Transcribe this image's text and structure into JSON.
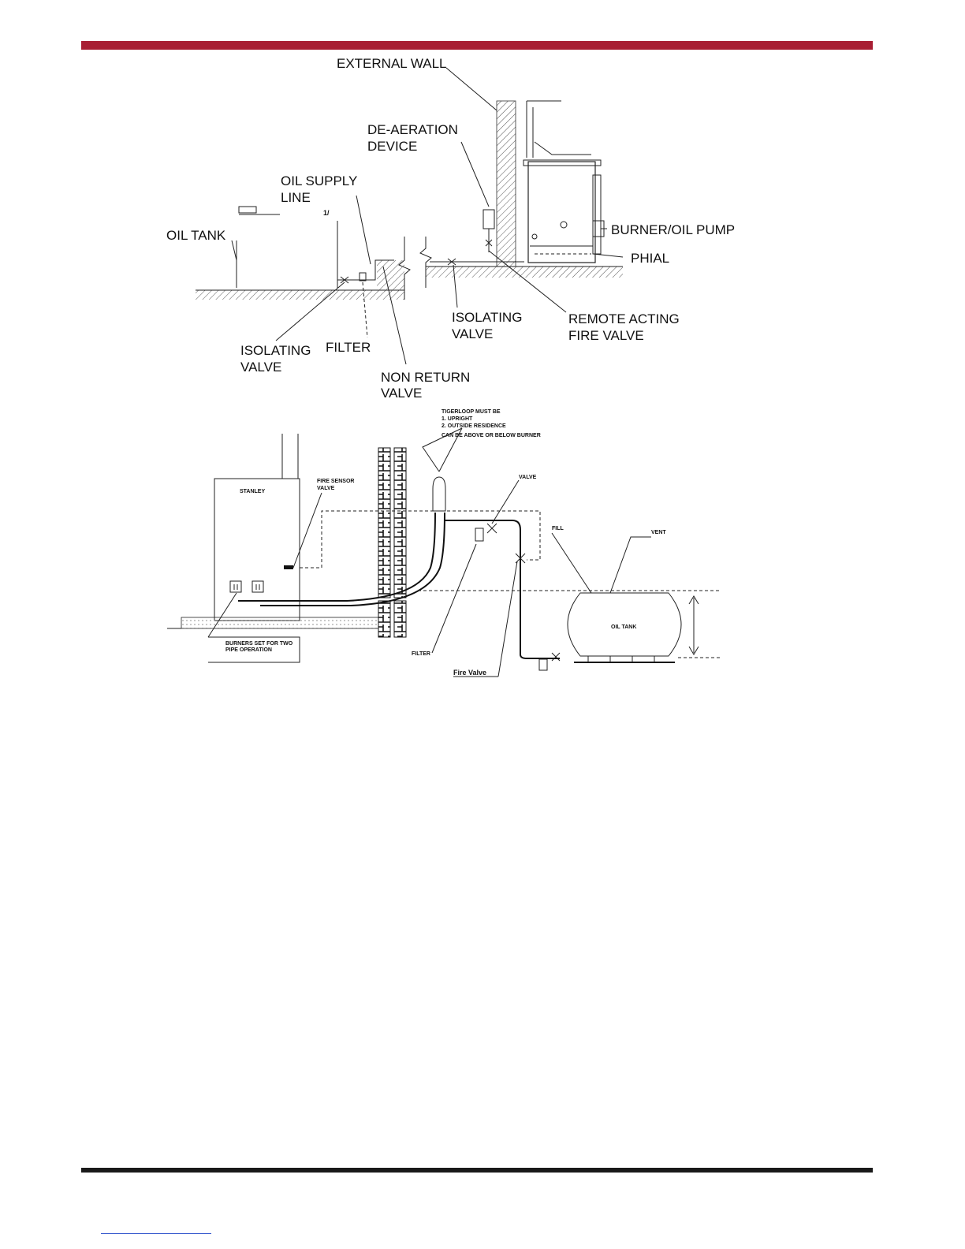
{
  "colors": {
    "header_rule": "#a81e33",
    "footer_rule": "#1a1a1a",
    "footer_link": "#3355cc"
  },
  "diagram1": {
    "external_wall": "EXTERNAL WALL",
    "de_aeration_1": "DE-AERATION",
    "de_aeration_2": "DEVICE",
    "oil_supply_1": "OIL SUPPLY",
    "oil_supply_2": "LINE",
    "oil_tank": "OIL TANK",
    "burner_pump": "BURNER/OIL PUMP",
    "phial": "PHIAL",
    "isolating_valve_r1": "ISOLATING",
    "isolating_valve_r2": "VALVE",
    "remote_fire_1": "REMOTE ACTING",
    "remote_fire_2": "FIRE VALVE",
    "isolating_valve_l1": "ISOLATING",
    "isolating_valve_l2": "VALVE",
    "filter": "FILTER",
    "non_return_1": "NON RETURN",
    "non_return_2": "VALVE"
  },
  "diagram2": {
    "tigerloop_1": "TIGERLOOP MUST BE",
    "tigerloop_2": "1. UPRIGHT",
    "tigerloop_3": "2. OUTSIDE RESIDENCE",
    "tigerloop_4": "CAN BE ABOVE OR BELOW BURNER",
    "stanley": "STANLEY",
    "fire_sensor_1": "FIRE SENSOR",
    "fire_sensor_2": "VALVE",
    "valve": "VALVE",
    "fill": "FILL",
    "vent": "VENT",
    "oil_tank": "OIL TANK",
    "filter": "FILTER",
    "fire_valve": "Fire Valve",
    "burners_1": "BURNERS SET FOR TWO",
    "burners_2": "PIPE OPERATION"
  }
}
